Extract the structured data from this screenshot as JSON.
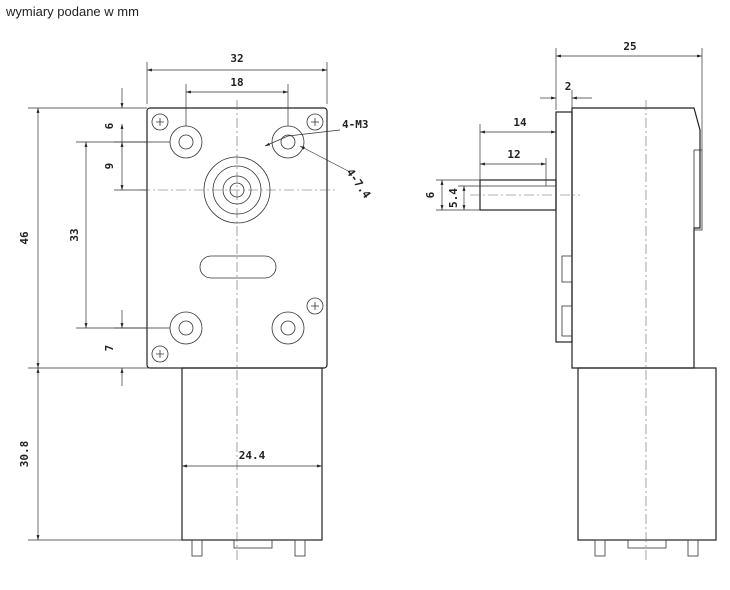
{
  "caption": "wymiary podane w mm",
  "front_view": {
    "dims": {
      "width_top": "32",
      "hole_spacing_h": "18",
      "thread": "4-M3",
      "hole_dia": "4-7.4",
      "top_offset": "6",
      "shaft_offset": "9",
      "hole_spacing_v": "33",
      "bottom_offset": "7",
      "gearbox_height": "46",
      "motor_length": "30.8",
      "motor_width": "24.4"
    }
  },
  "side_view": {
    "dims": {
      "depth": "25",
      "flange": "2",
      "shaft_length": "14",
      "shaft_flat": "12",
      "shaft_dia": "6",
      "shaft_flat_width": "5.4"
    }
  }
}
